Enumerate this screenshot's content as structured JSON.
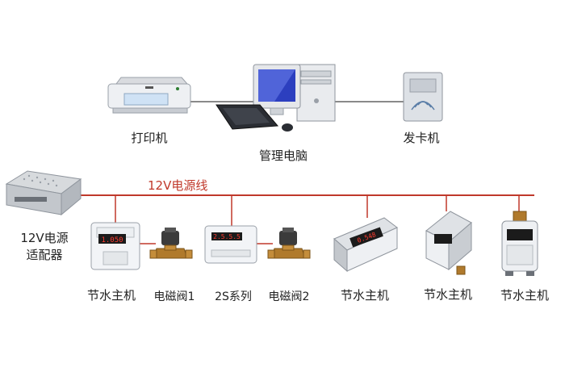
{
  "colors": {
    "bus_line": "#c0392b",
    "bus_label": "#c0392b",
    "connector_line": "#444444",
    "device_body": "#f2f4f7",
    "display_bg": "#1b1b1b",
    "display_text": "#ff3b2f",
    "valve_brass": "#b07a2c",
    "monitor_screen": "#2c3fbf"
  },
  "icons": {
    "printer": "printer-icon",
    "computer": "computer-icon",
    "card_issuer": "card-reader-icon",
    "adapter": "power-adapter-icon",
    "controller": "water-controller-icon",
    "valve": "solenoid-valve-icon"
  },
  "labels": {
    "printer": "打印机",
    "computer": "管理电脑",
    "card_issuer": "发卡机",
    "bus": "12V电源线",
    "adapter_line1": "12V电源",
    "adapter_line2": "适配器",
    "controller_1": "节水主机",
    "valve_1": "电磁阀1",
    "series_2s": "2S系列",
    "valve_2": "电磁阀2",
    "controller_3": "节水主机",
    "controller_4": "节水主机",
    "controller_5": "节水主机"
  },
  "displays": {
    "controller_1": "1.050",
    "series_2s": "2.5.5.5",
    "controller_3": "0.548",
    "controller_4": "",
    "controller_5": ""
  }
}
